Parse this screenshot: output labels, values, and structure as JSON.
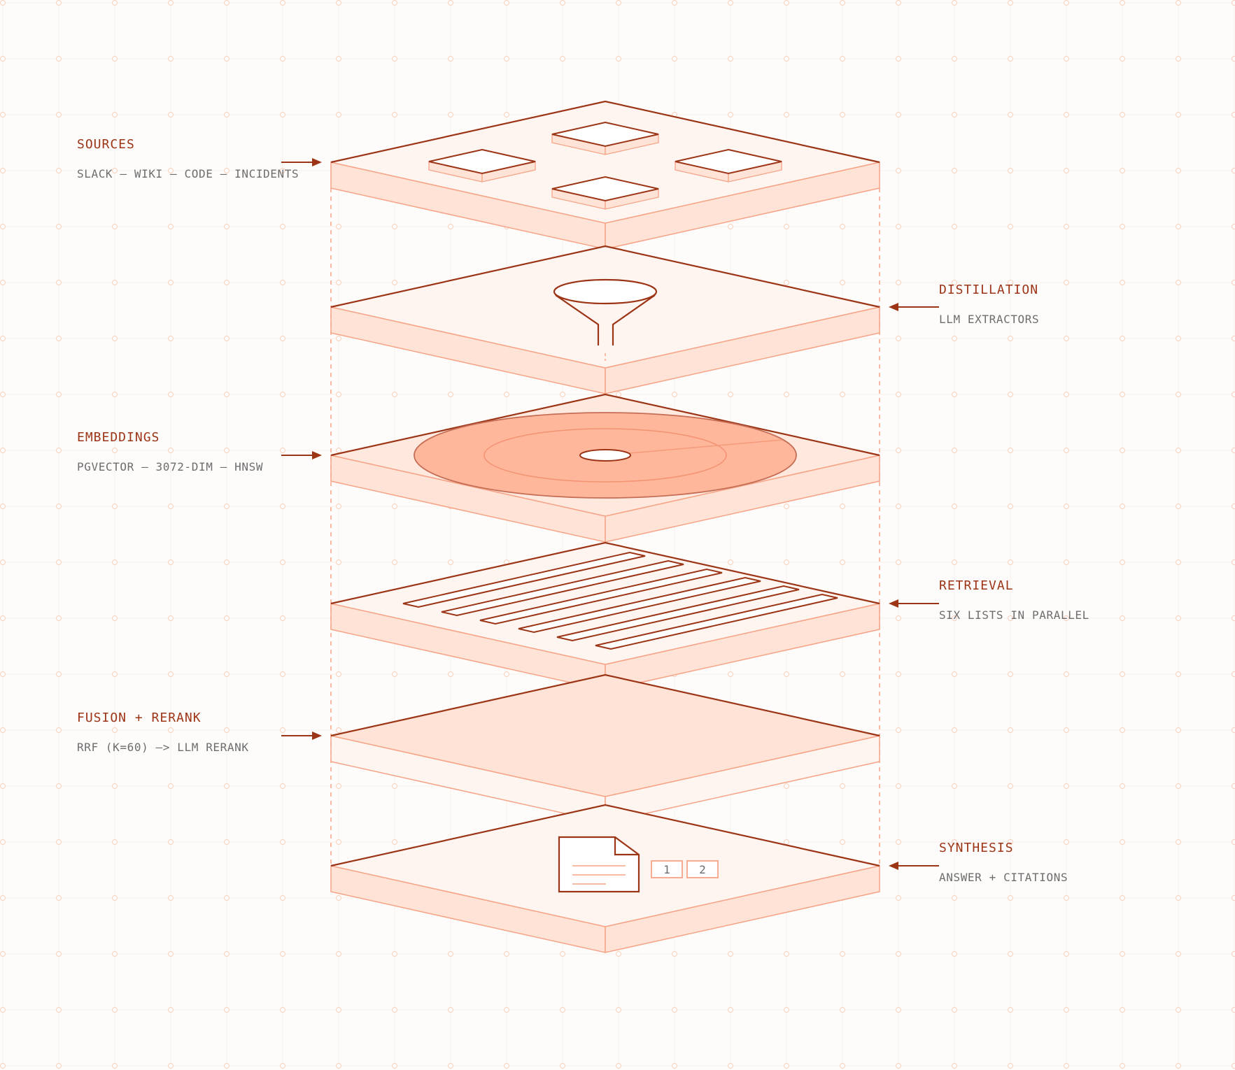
{
  "colors": {
    "accent": "#9c3416",
    "muted": "#6d6d6d",
    "stroke_light": "#f5a487",
    "fill_top": "#fff5f0",
    "fill_side": "#ffe3d6",
    "fill_disc": "#ffb79c",
    "grid_dot": "#f6cfbf"
  },
  "layers": [
    {
      "id": "sources",
      "title": "SOURCES",
      "subtitle": "SLACK — WIKI — CODE — INCIDENTS",
      "side": "left",
      "icon": "source-tiles-icon"
    },
    {
      "id": "distillation",
      "title": "DISTILLATION",
      "subtitle": "LLM EXTRACTORS",
      "side": "right",
      "icon": "funnel-icon"
    },
    {
      "id": "embeddings",
      "title": "EMBEDDINGS",
      "subtitle": "PGVECTOR — 3072-DIM — HNSW",
      "side": "left",
      "icon": "vector-disc-icon"
    },
    {
      "id": "retrieval",
      "title": "RETRIEVAL",
      "subtitle": "SIX LISTS IN PARALLEL",
      "side": "right",
      "icon": "parallel-lists-icon"
    },
    {
      "id": "fusion",
      "title": "FUSION + RERANK",
      "subtitle": "RRF (K=60) —> LLM RERANK",
      "side": "left",
      "icon": "fused-plane-icon"
    },
    {
      "id": "synthesis",
      "title": "SYNTHESIS",
      "subtitle": "ANSWER + CITATIONS",
      "side": "right",
      "icon": "document-icon"
    }
  ],
  "citations": [
    "1",
    "2"
  ]
}
